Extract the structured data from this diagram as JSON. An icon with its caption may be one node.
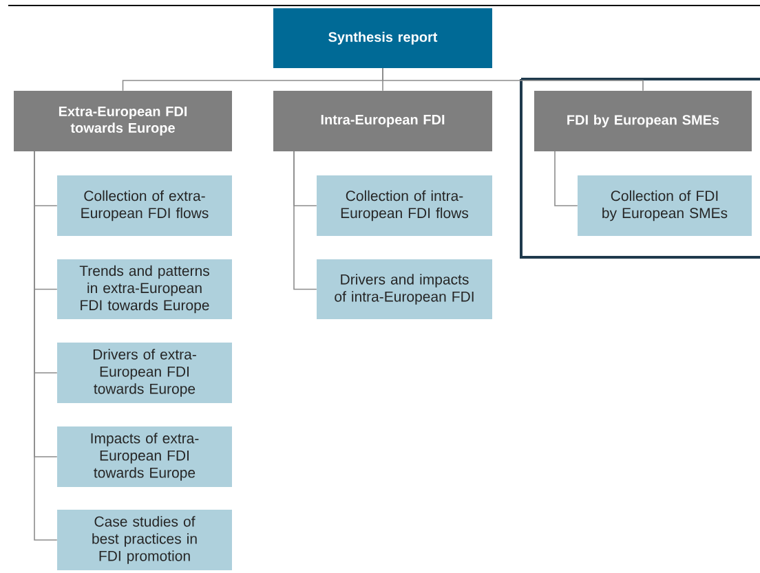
{
  "diagram": {
    "nodes": [
      {
        "text": [
          "Synthesis report"
        ]
      },
      {
        "text": [
          "Extra-European FDI towards Europe"
        ]
      },
      {
        "text": [
          "Intra-European FDI"
        ]
      },
      {
        "text": [
          "FDI by European SMEs"
        ]
      },
      {
        "text": [
          "Collection of extra-European FDI flows"
        ]
      },
      {
        "text": [
          "Trends and patterns in extra-European FDI towards Europe"
        ]
      },
      {
        "text": [
          "Drivers of extra-European FDI towards Europe"
        ]
      },
      {
        "text": [
          "Impacts of extra-European FDI towards Europe"
        ]
      },
      {
        "text": [
          "Case studies of best practices in FDI promotion"
        ]
      },
      {
        "text": [
          "Collection of intra-European FDI flows"
        ]
      },
      {
        "text": [
          "Drivers and impacts of intra-European FDI"
        ]
      },
      {
        "text": [
          "Collection of FDI by European SMEs"
        ]
      }
    ],
    "edges": [
      {
        "from": 0,
        "to": 1,
        "arrow": "none"
      },
      {
        "from": 0,
        "to": 2,
        "arrow": "none"
      },
      {
        "from": 0,
        "to": 3,
        "arrow": "none"
      },
      {
        "from": 1,
        "to": 4,
        "arrow": "none"
      },
      {
        "from": 1,
        "to": 5,
        "arrow": "none"
      },
      {
        "from": 1,
        "to": 6,
        "arrow": "none"
      },
      {
        "from": 1,
        "to": 7,
        "arrow": "none"
      },
      {
        "from": 1,
        "to": 8,
        "arrow": "none"
      },
      {
        "from": 2,
        "to": 9,
        "arrow": "none"
      },
      {
        "from": 2,
        "to": 10,
        "arrow": "none"
      },
      {
        "from": 3,
        "to": 11,
        "arrow": "none"
      }
    ]
  }
}
